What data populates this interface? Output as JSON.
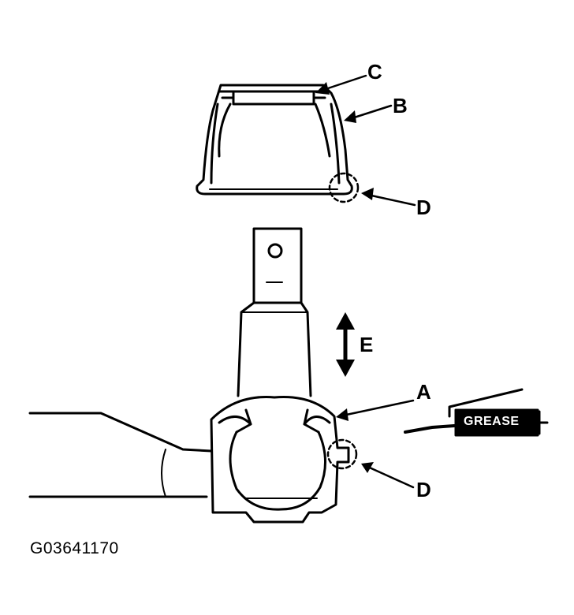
{
  "callouts": {
    "a": "A",
    "b": "B",
    "c": "C",
    "d_upper": "D",
    "d_lower": "D",
    "e": "E"
  },
  "grease_label": "GREASE",
  "figure_code": "G03641170"
}
